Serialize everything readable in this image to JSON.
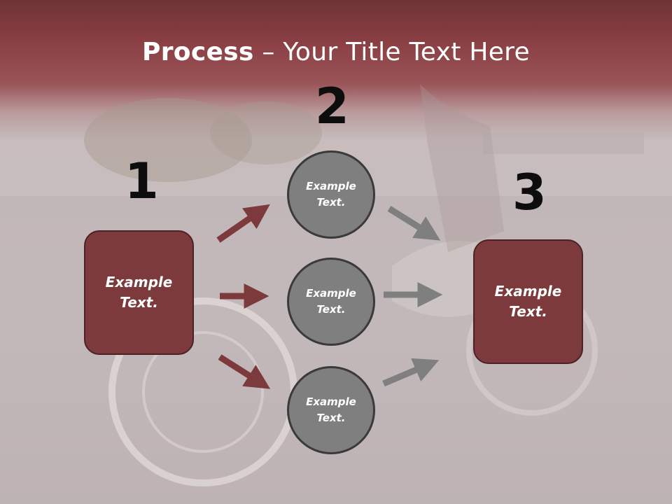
{
  "title": {
    "bold": "Process",
    "rest": " – Your Title Text Here"
  },
  "steps": [
    {
      "number": "1",
      "box_label_line1": "Example",
      "box_label_line2": "Text."
    },
    {
      "number": "2"
    },
    {
      "number": "3",
      "box_label_line1": "Example",
      "box_label_line2": "Text."
    }
  ],
  "circles": [
    {
      "line1": "Example",
      "line2": "Text."
    },
    {
      "line1": "Example",
      "line2": "Text."
    },
    {
      "line1": "Example",
      "line2": "Text."
    }
  ],
  "colors": {
    "accent": "#7d3a3d",
    "arrow_red": "#7d3a3d",
    "arrow_gray": "#7f7f7f",
    "circle": "#7f7f7f"
  }
}
